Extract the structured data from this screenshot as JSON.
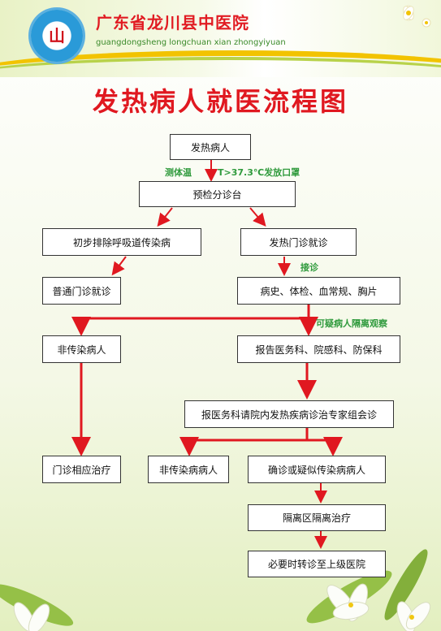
{
  "header": {
    "hospital_name": "广东省龙川县中医院",
    "hospital_pinyin": "guangdongsheng longchuan xian zhongyiyuan",
    "logo_mark": "山"
  },
  "title": "发热病人就医流程图",
  "nodes": {
    "fever_patient": "发热病人",
    "pre_triage": "预检分诊台",
    "initial_exclusion": "初步排除呼吸道传染病",
    "fever_clinic": "发热门诊就诊",
    "regular_clinic": "普通门诊就诊",
    "history_exam": "病史、体检、血常规、胸片",
    "non_infectious_1": "非传染病人",
    "report_depts": "报告医务科、院感科、防保科",
    "expert_consult": "报医务科请院内发热疾病诊治专家组会诊",
    "outpatient_treatment": "门诊相应治疗",
    "non_infectious_2": "非传染病病人",
    "confirmed_suspected": "确诊或疑似传染病病人",
    "isolation_treatment": "隔离区隔离治疗",
    "transfer": "必要时转诊至上级医院"
  },
  "labels": {
    "measure_temp": "测体温",
    "temp_threshold": "T>37.3℃发放口罩",
    "receive": "接诊",
    "suspected_isolate": "可疑病人隔离观察"
  },
  "colors": {
    "title_red": "#e01820",
    "arrow_red": "#e01820",
    "label_green": "#2f9a3c"
  }
}
